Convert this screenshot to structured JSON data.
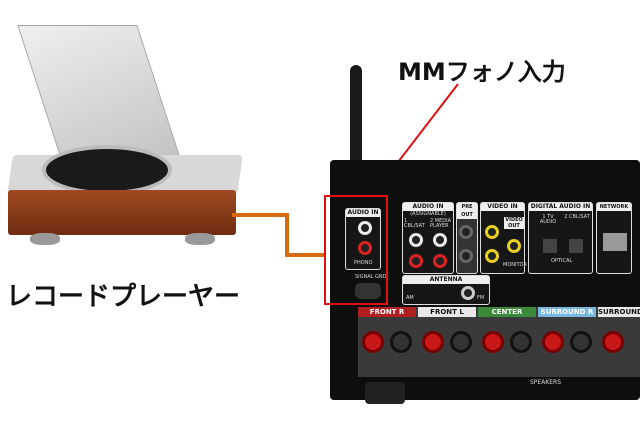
{
  "labels": {
    "turntable": "レコードプレーヤー",
    "input": "MMフォノ入力"
  },
  "receiver": {
    "audio_in": "AUDIO IN",
    "phono": "PHONO",
    "signal_gnd": "SIGNAL GND",
    "audio_in_assignable": "AUDIO IN",
    "assignable": "(ASSIGNABLE)",
    "cbl_sat": "1 CBL/SAT",
    "media_player": "2 MEDIA PLAYER",
    "pre_out": "PRE OUT",
    "video_in": "VIDEO IN",
    "video_out": "VIDEO OUT",
    "monitor": "MONITOR",
    "digital_audio_in": "DIGITAL AUDIO IN",
    "tv_audio": "1 TV AUDIO",
    "cbl_sat2": "2 CBL/SAT",
    "optical": "OPTICAL",
    "network": "NETWORK",
    "antenna": "ANTENNA",
    "am": "AM",
    "fm": "FM",
    "speakers": "SPEAKERS",
    "speaker_channels": [
      {
        "name": "FRONT R",
        "color": "#b02020"
      },
      {
        "name": "FRONT L",
        "color": "#e8e8e8"
      },
      {
        "name": "CENTER",
        "color": "#3a8a3a"
      },
      {
        "name": "SURROUND R",
        "color": "#7ab8e0"
      },
      {
        "name": "SURROUND",
        "color": "#e8e8e8"
      }
    ]
  },
  "colors": {
    "highlight": "#e01010",
    "cable": "#d86a10",
    "wood": "#8a3c1a"
  }
}
